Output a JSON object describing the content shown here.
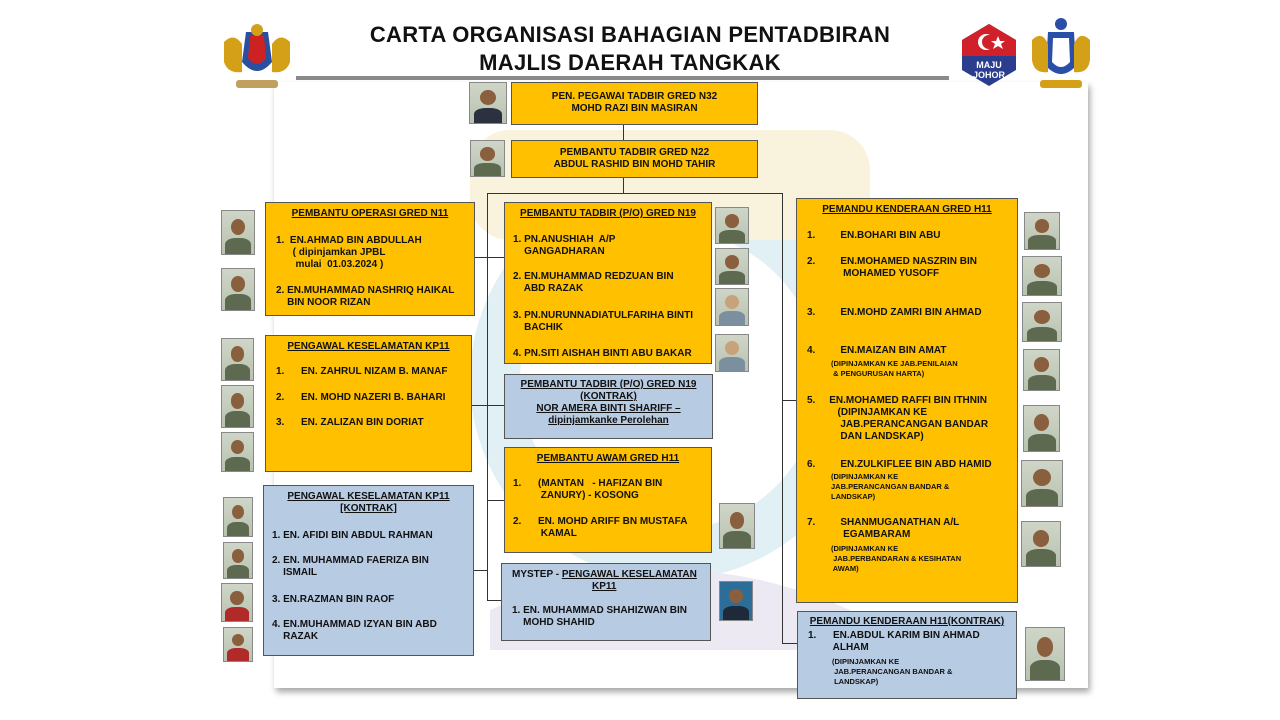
{
  "title": {
    "line1": "CARTA ORGANISASI BAHAGIAN PENTADBIRAN",
    "line2": "MAJLIS DAERAH TANGKAK"
  },
  "logos": {
    "left": "crest-icon",
    "right_badge": "MAJU\nJOHOR",
    "right_crest": "johor-crest-icon"
  },
  "top": {
    "line1": "PEN. PEGAWAI TADBIR GRED N32",
    "line2": "MOHD RAZI BIN MASIRAN"
  },
  "second": {
    "line1": "PEMBANTU TADBIR GRED N22",
    "line2": "ABDUL RASHID BIN MOHD TAHIR"
  },
  "operasi": {
    "header": "PEMBANTU OPERASI GRED N11",
    "items": [
      "1.  EN.AHMAD BIN ABDULLAH\n      ( dipinjamkan JPBL\n       mulai  01.03.2024 )",
      "2. EN.MUHAMMAD NASHRIQ HAIKAL\n    BIN NOOR RIZAN"
    ]
  },
  "keselamatan": {
    "header": "PENGAWAL KESELAMATAN KP11",
    "items": [
      "1.      EN. ZAHRUL NIZAM B. MANAF",
      "2.      EN. MOHD NAZERI B. BAHARI",
      "3.      EN. ZALIZAN BIN DORIAT"
    ]
  },
  "keselamatan_kontrak": {
    "header1": "PENGAWAL KESELAMATAN KP11",
    "header2": "[KONTRAK]",
    "items": [
      "1. EN. AFIDI BIN ABDUL RAHMAN",
      "2. EN. MUHAMMAD FAERIZA BIN\n    ISMAIL",
      "3. EN.RAZMAN BIN RAOF",
      "4. EN.MUHAMMAD IZYAN BIN ABD\n    RAZAK"
    ]
  },
  "tadbir": {
    "header": "PEMBANTU TADBIR (P/O) GRED N19",
    "items": [
      "1. PN.ANUSHIAH  A/P\n    GANGADHARAN",
      "2. EN.MUHAMMAD REDZUAN BIN\n    ABD RAZAK",
      "3. PN.NURUNNADIATULFARIHA BINTI\n    BACHIK",
      "4. PN.SITI AISHAH BINTI ABU BAKAR"
    ]
  },
  "tadbir_kontrak": {
    "header1": "PEMBANTU TADBIR (P/O) GRED N19",
    "header2": "(KONTRAK)",
    "line1": "NOR AMERA BINTI SHARIFF –",
    "line2": "dipinjamkanke  Perolehan"
  },
  "awam": {
    "header": "PEMBANTU AWAM GRED H11",
    "items": [
      "1.      (MANTAN   - HAFIZAN BIN\n          ZANURY) - KOSONG",
      "2.      EN. MOHD ARIFF BN MUSTAFA\n          KAMAL"
    ]
  },
  "mystep": {
    "prefix": "MYSTEP - ",
    "header": "PENGAWAL KESELAMATAN",
    "header2": "KP11",
    "item": "1. EN. MUHAMMAD SHAHIZWAN BIN\n    MOHD SHAHID"
  },
  "pemandu": {
    "header": "PEMANDU KENDERAAN GRED H11",
    "items": [
      {
        "main": "1.         EN.BOHARI BIN ABU",
        "note": ""
      },
      {
        "main": "2.         EN.MOHAMED NASZRIN BIN\n             MOHAMED YUSOFF",
        "note": ""
      },
      {
        "main": "3.         EN.MOHD ZAMRI BIN AHMAD",
        "note": ""
      },
      {
        "main": "4.         EN.MAIZAN BIN AMAT",
        "note": "(DIPINJAMKAN KE JAB.PENILAIAN\n & PENGURUSAN HARTA)"
      },
      {
        "main": "5.     EN.MOHAMED RAFFI BIN ITHNIN\n           (DIPINJAMKAN KE\n            JAB.PERANCANGAN BANDAR\n            DAN LANDSKAP)",
        "note": ""
      },
      {
        "main": "6.         EN.ZULKIFLEE BIN ABD HAMID",
        "note": "(DIPINJAMKAN KE\nJAB.PERANCANGAN BANDAR &\nLANDSKAP)"
      },
      {
        "main": "7.         SHANMUGANATHAN A/L\n             EGAMBARAM",
        "note": "(DIPINJAMKAN KE\n JAB.PERBANDARAN & KESIHATAN\n AWAM)"
      }
    ]
  },
  "pemandu_kontrak": {
    "header": "PEMANDU KENDERAAN H11(KONTRAK)",
    "item": "1.      EN.ABDUL KARIM BIN AHMAD\n         ALHAM",
    "note": "(DIPINJAMKAN KE\n JAB.PERANCANGAN BANDAR &\n LANDSKAP)"
  }
}
